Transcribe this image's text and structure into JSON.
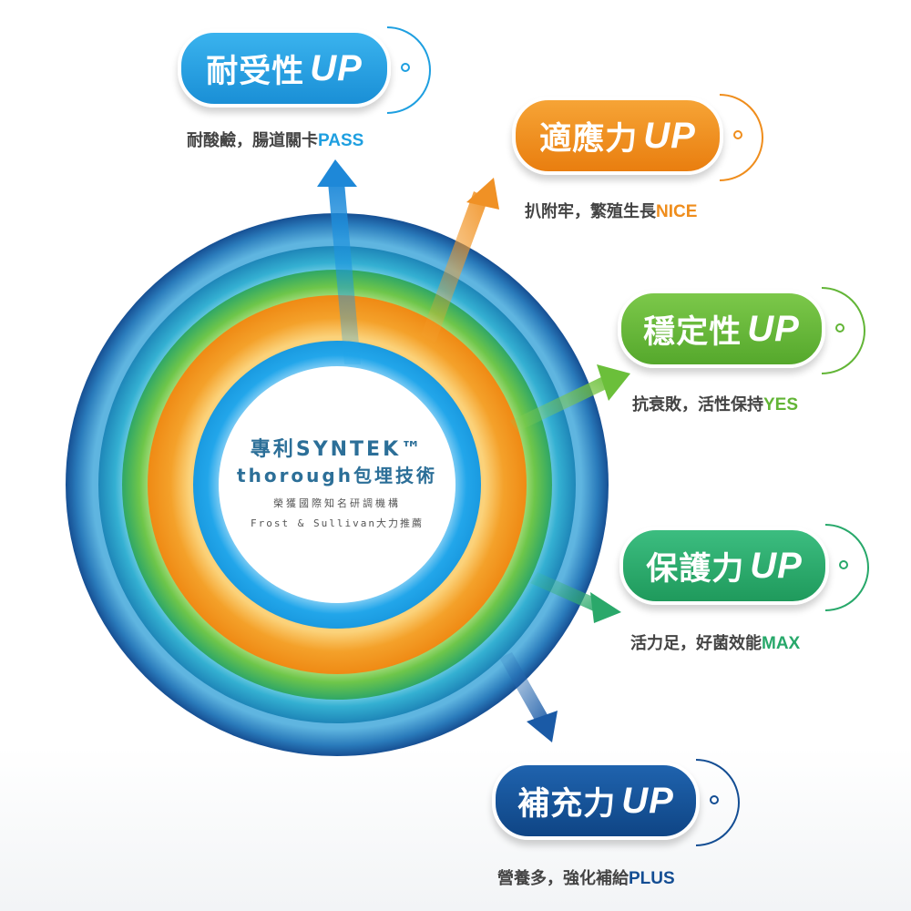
{
  "center": {
    "line1": "專利SYNTEK™",
    "line2": "thorough包埋技術",
    "line3": "榮獲國際知名研調機構",
    "line4": "Frost & Sullivan大力推薦"
  },
  "benefits": [
    {
      "title": "耐受性",
      "up": "UP",
      "caption": "耐酸鹼，腸道關卡",
      "keyword": "PASS",
      "color": "#1e9fe0"
    },
    {
      "title": "適應力",
      "up": "UP",
      "caption": "扒附牢，繁殖生長",
      "keyword": "NICE",
      "color": "#ef8d1c"
    },
    {
      "title": "穩定性",
      "up": "UP",
      "caption": "抗衰敗，活性保持",
      "keyword": "YES",
      "color": "#62b536"
    },
    {
      "title": "保護力",
      "up": "UP",
      "caption": "活力足，好菌效能",
      "keyword": "MAX",
      "color": "#27a86a"
    },
    {
      "title": "補充力",
      "up": "UP",
      "caption": "營養多，強化補給",
      "keyword": "PLUS",
      "color": "#134d93"
    }
  ],
  "colors": {
    "ring_outer": "#1b5f9f",
    "ring_teal": "#1f9fc3",
    "ring_green": "#5fbb45",
    "ring_orange": "#f0921d",
    "ring_inner": "#1ea4e9",
    "center_text": "#2c6f98"
  }
}
